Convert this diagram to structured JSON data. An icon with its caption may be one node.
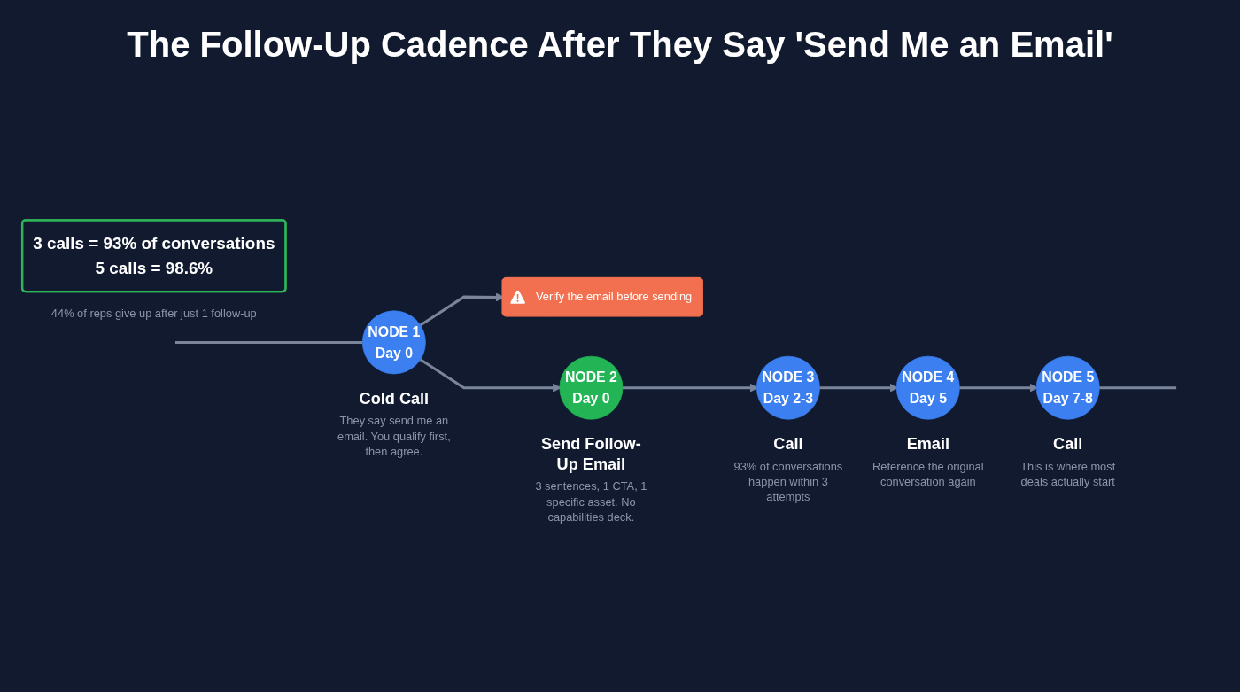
{
  "diagram": {
    "title": "The Follow-Up Cadence After They Say 'Send Me an Email'",
    "nodes": [
      {
        "text": [
          "Verify the email before sending"
        ]
      },
      {
        "text": [
          "NODE 1",
          "Day 0"
        ],
        "beside": [
          "Cold Call",
          "They say send me an email. You qualify first, then agree."
        ]
      },
      {
        "text": [
          "NODE 2",
          "Day 0"
        ],
        "beside": [
          "Send Follow-Up Email",
          "3 sentences, 1 CTA, 1 specific asset. No capabilities deck."
        ]
      },
      {
        "text": [
          "NODE 3",
          "Day 2-3"
        ],
        "beside": [
          "Call",
          "93% of conversations happen within 3 attempts"
        ]
      },
      {
        "text": [
          "NODE 4",
          "Day 5"
        ],
        "beside": [
          "Email",
          "Reference the original conversation again"
        ]
      },
      {
        "text": [
          "NODE 5",
          "Day 7-8"
        ],
        "beside": [
          "Call",
          "This is where most deals actually start"
        ]
      },
      {
        "text": [
          "3 calls = 93% of conversations",
          "5 calls = 98.6%"
        ],
        "beside": [
          "44% of reps give up after just 1 follow-up"
        ]
      }
    ],
    "edges": [
      {
        "from": null,
        "to": 1,
        "arrow": "none"
      },
      {
        "from": 1,
        "to": 0,
        "arrow": "to"
      },
      {
        "from": 1,
        "to": 2,
        "arrow": "to"
      },
      {
        "from": 2,
        "to": 3,
        "arrow": "to"
      },
      {
        "from": 3,
        "to": 4,
        "arrow": "to"
      },
      {
        "from": 4,
        "to": 5,
        "arrow": "to"
      },
      {
        "from": 5,
        "to": null,
        "arrow": "none"
      }
    ]
  }
}
